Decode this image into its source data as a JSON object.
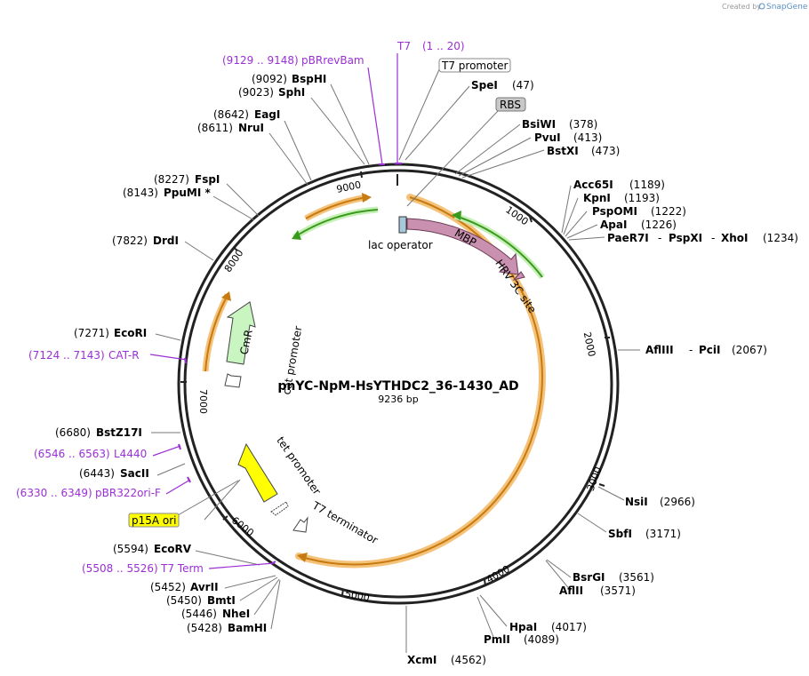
{
  "credit": {
    "prefix": "Created by",
    "brand": "SnapGene"
  },
  "map": {
    "name": "pnYC-NpM-HsYTHDC2_36-1430_AD",
    "length": "9236 bp",
    "ticks": [
      "1000",
      "2000",
      "3000",
      "4000",
      "5000",
      "6000",
      "7000",
      "8000",
      "9000"
    ]
  },
  "sites": {
    "t7": {
      "name": "T7",
      "pos": "(1 .. 20)"
    },
    "pbrrevbam": {
      "name": "pBRrevBam",
      "pos": "(9129 .. 9148)"
    },
    "bsphi": {
      "name": "BspHI",
      "pos": "(9092)"
    },
    "sphi": {
      "name": "SphI",
      "pos": "(9023)"
    },
    "eagi": {
      "name": "EagI",
      "pos": "(8642)"
    },
    "drui": {
      "name": "NruI",
      "pos": "(8611)"
    },
    "fspi": {
      "name": "FspI",
      "pos": "(8227)"
    },
    "ppumi": {
      "name": "PpuMI *",
      "pos": "(8143)"
    },
    "drdi": {
      "name": "DrdI",
      "pos": "(7822)"
    },
    "ecori": {
      "name": "EcoRI",
      "pos": "(7271)"
    },
    "catr": {
      "name": "CAT-R",
      "pos": "(7124 .. 7143)"
    },
    "bstz17i": {
      "name": "BstZ17I",
      "pos": "(6680)"
    },
    "l4440": {
      "name": "L4440",
      "pos": "(6546 .. 6563)"
    },
    "sacii": {
      "name": "SacII",
      "pos": "(6443)"
    },
    "pbr322ori": {
      "name": "pBR322ori-F",
      "pos": "(6330 .. 6349)"
    },
    "ecorv": {
      "name": "EcoRV",
      "pos": "(5594)"
    },
    "t7term": {
      "name": "T7 Term",
      "pos": "(5508 .. 5526)"
    },
    "avrii": {
      "name": "AvrII",
      "pos": "(5452)"
    },
    "bmti": {
      "name": "BmtI",
      "pos": "(5450)"
    },
    "nhei": {
      "name": "NheI",
      "pos": "(5446)"
    },
    "bamhi": {
      "name": "BamHI",
      "pos": "(5428)"
    },
    "xcmi": {
      "name": "XcmI",
      "pos": "(4562)"
    },
    "pmli": {
      "name": "PmlI",
      "pos": "(4089)"
    },
    "hpai": {
      "name": "HpaI",
      "pos": "(4017)"
    },
    "aflii": {
      "name": "AflII",
      "pos": "(3571)"
    },
    "bsrgi": {
      "name": "BsrGI",
      "pos": "(3561)"
    },
    "sbfi": {
      "name": "SbfI",
      "pos": "(3171)"
    },
    "nsii": {
      "name": "NsiI",
      "pos": "(2966)"
    },
    "afliii": {
      "name": "AflIII",
      "sep": "-",
      "name2": "PciI",
      "pos": "(2067)"
    },
    "paer7i": {
      "name": "PaeR7I",
      "sep": "-",
      "name2": "PspXI",
      "sep2": "-",
      "name3": "XhoI",
      "pos": "(1234)"
    },
    "apai": {
      "name": "ApaI",
      "pos": "(1226)"
    },
    "pspomi": {
      "name": "PspOMI",
      "pos": "(1222)"
    },
    "kpni": {
      "name": "KpnI",
      "pos": "(1193)"
    },
    "acc65i": {
      "name": "Acc65I",
      "pos": "(1189)"
    },
    "bstxi": {
      "name": "BstXI",
      "pos": "(473)"
    },
    "pvui": {
      "name": "PvuI",
      "pos": "(413)"
    },
    "bsiwi": {
      "name": "BsiWI",
      "pos": "(378)"
    },
    "spei": {
      "name": "SpeI",
      "pos": "(47)"
    }
  },
  "features": {
    "t7promoter": "T7 promoter",
    "rbs": "RBS",
    "laco": "lac operator",
    "mbp": "MBP",
    "hrv": "HRV 3C site",
    "cmr": "CmR",
    "catpromoter": "cat promoter",
    "tetpromoter": "tet promoter",
    "t7terminator": "T7 terminator",
    "p15a": "p15A ori"
  },
  "colors": {
    "backbone": "#222222",
    "orange": "#f5a623",
    "green": "#3a9a1c",
    "mbp": "#c990b0",
    "cmr": "#c8f5c0",
    "tet": "#ffff00",
    "primer": "#9b2fd6"
  }
}
